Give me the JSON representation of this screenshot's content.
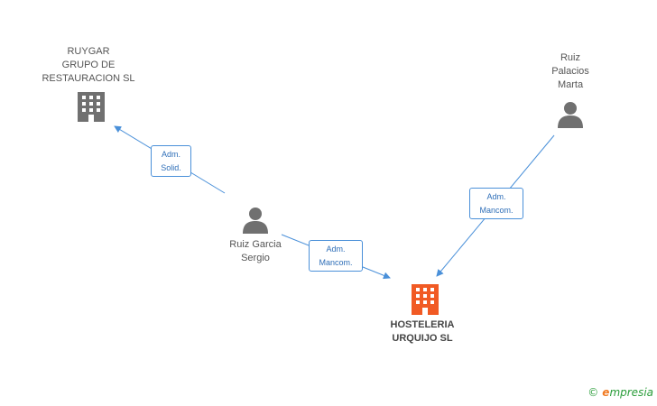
{
  "nodes": {
    "ruygar": {
      "lines": [
        "RUYGAR",
        "GRUPO DE",
        "RESTAURACION SL"
      ],
      "type": "company"
    },
    "ruiz_palacios": {
      "lines": [
        "Ruiz",
        "Palacios",
        "Marta"
      ],
      "type": "person"
    },
    "ruiz_garcia": {
      "lines": [
        "Ruiz Garcia",
        "Sergio"
      ],
      "type": "person"
    },
    "hosteleria": {
      "lines": [
        "HOSTELERIA",
        "URQUIJO SL"
      ],
      "type": "company",
      "focus": true
    }
  },
  "edges": [
    {
      "from": "ruiz_garcia",
      "to": "ruygar",
      "label": [
        "Adm.",
        "Solid."
      ]
    },
    {
      "from": "ruiz_garcia",
      "to": "hosteleria",
      "label": [
        "Adm.",
        "Mancom."
      ]
    },
    {
      "from": "ruiz_palacios",
      "to": "hosteleria",
      "label": [
        "Adm.",
        "Mancom."
      ]
    }
  ],
  "colors": {
    "company": "#707070",
    "focus_company": "#f15a24",
    "person": "#707070",
    "edge": "#4a90d9"
  },
  "brand": {
    "copyright": "©",
    "initial": "e",
    "rest": "mpresia"
  }
}
